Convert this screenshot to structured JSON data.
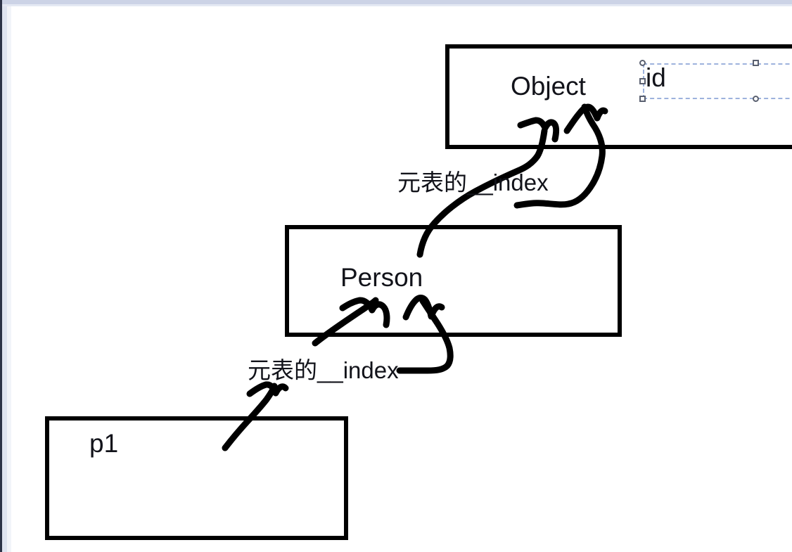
{
  "app": {
    "canvas_background": "#ffffff",
    "ink_color": "#000000",
    "selection_color": "#9db2dd",
    "text_color": "#12131a"
  },
  "boxes": [
    {
      "id": "object",
      "label": "Object"
    },
    {
      "id": "person",
      "label": "Person"
    },
    {
      "id": "p1",
      "label": "p1"
    }
  ],
  "selected_textbox": {
    "value": "id",
    "state": "selected",
    "handles": [
      "top-left",
      "top-middle",
      "middle-left",
      "bottom-left",
      "bottom-middle"
    ]
  },
  "connectors": [
    {
      "id": "person-to-object",
      "label": "元表的__index",
      "from": "Person",
      "to": "Object",
      "arrow_count": 2
    },
    {
      "id": "p1-to-person",
      "label": "元表的__index",
      "from": "p1",
      "to": "Person",
      "arrow_count": 2
    }
  ],
  "icons": {
    "handle": "resize-handle-icon",
    "arrow": "ink-arrow-icon"
  }
}
